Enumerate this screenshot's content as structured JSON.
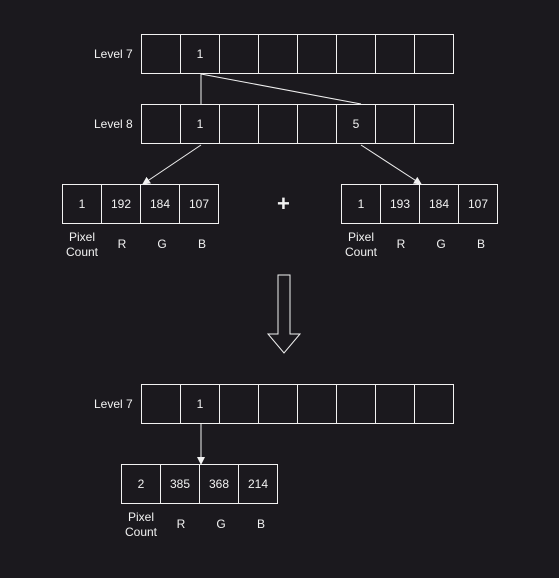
{
  "top": {
    "level7_label": "Level 7",
    "level7_cells": [
      "",
      "1",
      "",
      "",
      "",
      "",
      "",
      ""
    ],
    "level8_label": "Level 8",
    "level8_cells": [
      "",
      "1",
      "",
      "",
      "",
      "5",
      "",
      ""
    ]
  },
  "left_node": {
    "cells": [
      "1",
      "192",
      "184",
      "107"
    ],
    "captions": [
      "Pixel\nCount",
      "R",
      "G",
      "B"
    ]
  },
  "plus": "+",
  "right_node": {
    "cells": [
      "1",
      "193",
      "184",
      "107"
    ],
    "captions": [
      "Pixel\nCount",
      "R",
      "G",
      "B"
    ]
  },
  "bottom": {
    "level7_label": "Level 7",
    "level7_cells": [
      "",
      "1",
      "",
      "",
      "",
      "",
      "",
      ""
    ],
    "merged_cells": [
      "2",
      "385",
      "368",
      "214"
    ],
    "merged_captions": [
      "Pixel\nCount",
      "R",
      "G",
      "B"
    ]
  },
  "colors": {
    "background": "#1b191e",
    "stroke": "#f2f2f2"
  }
}
